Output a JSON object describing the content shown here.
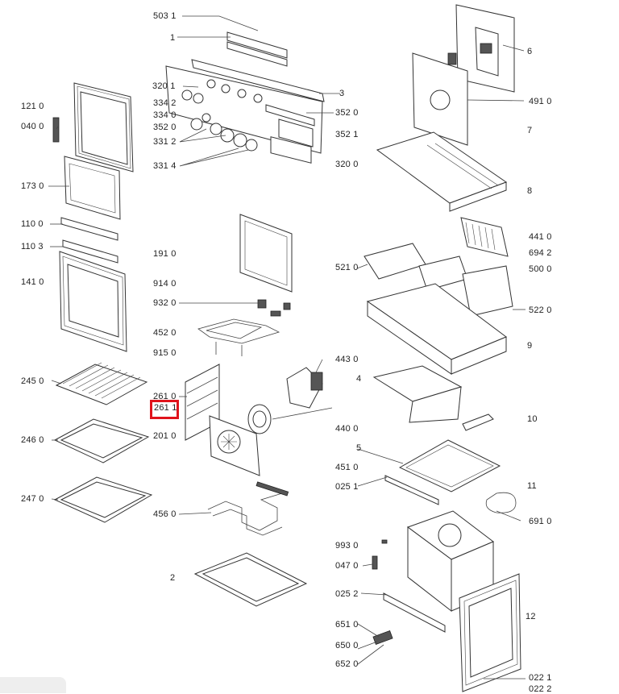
{
  "labels": [
    "503 1",
    "1",
    "320 1",
    "334 2",
    "334 0",
    "352 0",
    "331 2",
    "331 4",
    "3",
    "352 0",
    "352 1",
    "320 0",
    "121 0",
    "040 0",
    "173 0",
    "110 0",
    "110 3",
    "141 0",
    "245 0",
    "246 0",
    "247 0",
    "191 0",
    "914 0",
    "932 0",
    "452 0",
    "915 0",
    "261 0",
    "261 1",
    "201 0",
    "456 0",
    "2",
    "443 0",
    "4",
    "440 0",
    "5",
    "451 0",
    "025 1",
    "6",
    "491 0",
    "7",
    "8",
    "441 0",
    "694 2",
    "500 0",
    "521 0",
    "522 0",
    "9",
    "10",
    "11",
    "691 0",
    "993 0",
    "047 0",
    "025 2",
    "651 0",
    "650 0",
    "652 0",
    "12",
    "022 1",
    "022 2"
  ],
  "highlight_label": "261 1"
}
